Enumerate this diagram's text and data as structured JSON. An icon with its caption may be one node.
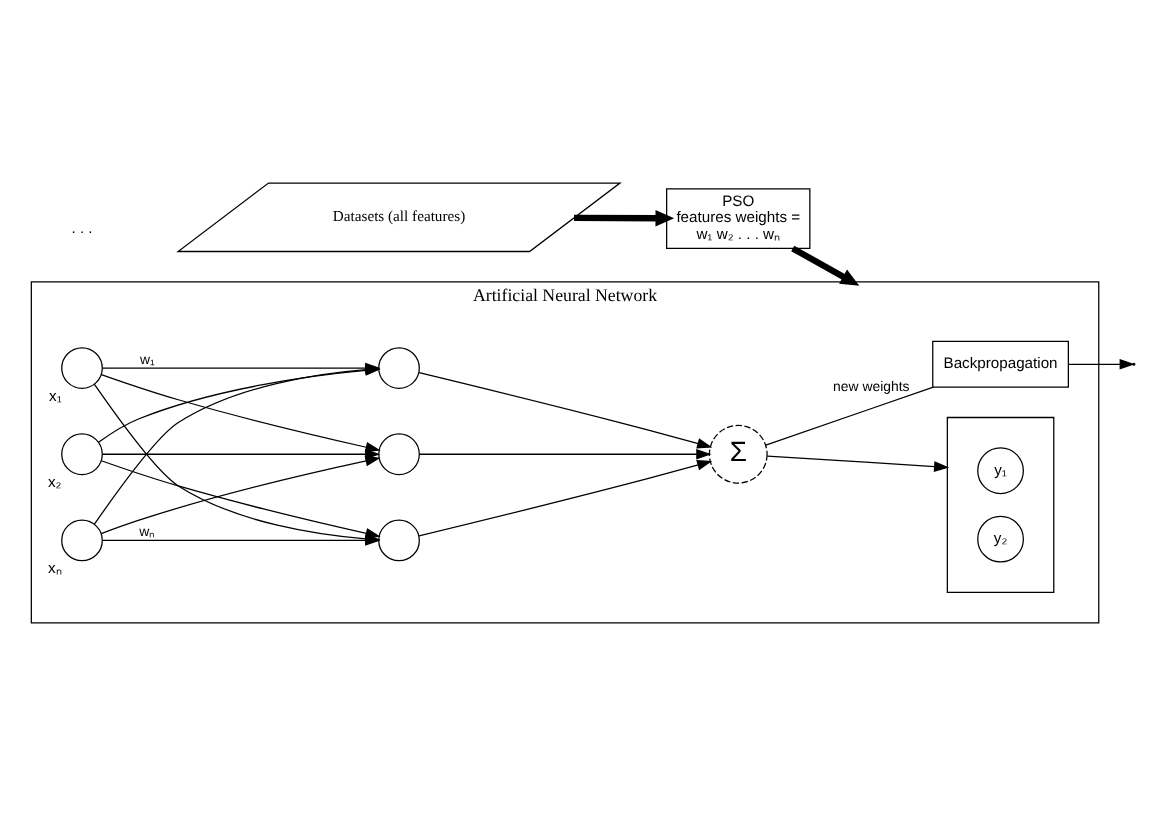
{
  "diagram": {
    "nodes": [
      {
        "text": [
          "Datasets (all features)"
        ]
      },
      {
        "text": [
          "PSO",
          "features weights =",
          "w₁ w₂ . . . wₙ"
        ]
      },
      {
        "text": [
          "Artificial Neural Network"
        ]
      },
      {
        "text": [
          "Backpropagation"
        ],
        "in": 2
      },
      {
        "text": [],
        "shape": "circle",
        "in": 2,
        "beside": [
          "x₁"
        ]
      },
      {
        "text": [],
        "shape": "circle",
        "in": 2,
        "beside": [
          "x₂"
        ]
      },
      {
        "text": [],
        "shape": "circle",
        "in": 2,
        "beside": [
          "xₙ"
        ]
      },
      {
        "text": [],
        "shape": "circle",
        "in": 2
      },
      {
        "text": [],
        "shape": "circle",
        "in": 2
      },
      {
        "text": [],
        "shape": "circle",
        "in": 2
      },
      {
        "text": [
          "Σ"
        ],
        "in": 2
      },
      {
        "text": [],
        "shape": "box",
        "in": 2
      },
      {
        "text": [
          "y₁"
        ],
        "in": 11
      },
      {
        "text": [
          "y₂"
        ],
        "in": 11
      }
    ],
    "edges": [
      {
        "from": 0,
        "to": 1,
        "arrow": "to",
        "style": "thick"
      },
      {
        "from": 1,
        "to": 2,
        "arrow": "to",
        "style": "thick"
      },
      {
        "from": 4,
        "to": 7,
        "arrow": "to",
        "label": "w₁"
      },
      {
        "from": 4,
        "to": 8,
        "arrow": "to"
      },
      {
        "from": 4,
        "to": 9,
        "arrow": "to"
      },
      {
        "from": 5,
        "to": 7,
        "arrow": "to"
      },
      {
        "from": 5,
        "to": 8,
        "arrow": "to"
      },
      {
        "from": 5,
        "to": 9,
        "arrow": "to"
      },
      {
        "from": 6,
        "to": 7,
        "arrow": "to"
      },
      {
        "from": 6,
        "to": 8,
        "arrow": "to"
      },
      {
        "from": 6,
        "to": 9,
        "arrow": "to",
        "label": "wₙ"
      },
      {
        "from": 7,
        "to": 10,
        "arrow": "to"
      },
      {
        "from": 8,
        "to": 10,
        "arrow": "to"
      },
      {
        "from": 9,
        "to": 10,
        "arrow": "to"
      },
      {
        "from": 10,
        "to": 11,
        "arrow": "to"
      },
      {
        "from": 10,
        "to": 3,
        "arrow": "none",
        "label": "new weights"
      },
      {
        "from": 3,
        "to": null,
        "arrow": "to"
      }
    ],
    "labels": [
      ". . ."
    ]
  }
}
